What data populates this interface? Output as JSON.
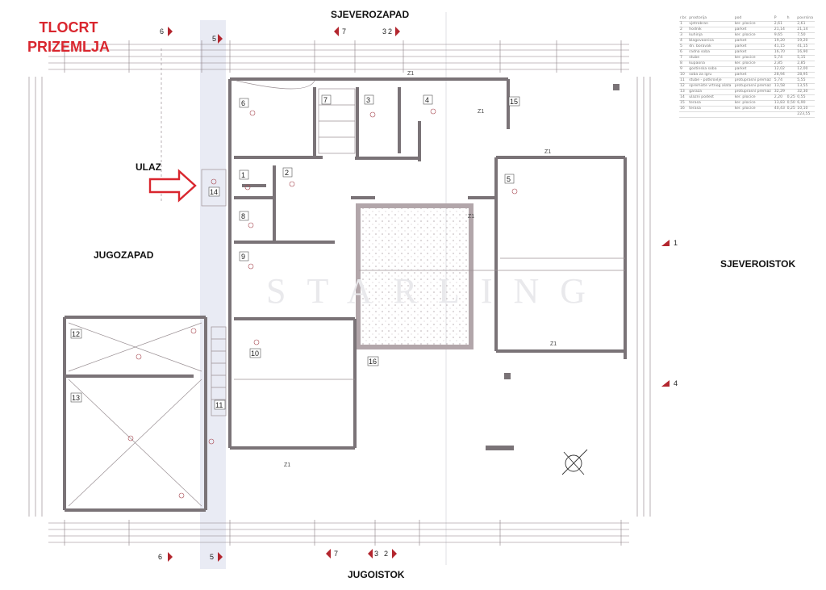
{
  "title": {
    "line1": "TLOCRT",
    "line2": "PRIZEMLJA"
  },
  "directions": {
    "top": "SJEVEROZAPAD",
    "bottom": "JUGOISTOK",
    "left": "JUGOZAPAD",
    "right": "SJEVEROISTOK"
  },
  "entrance_label": "ULAZ",
  "watermark": "STARLING",
  "section_markers": {
    "top": [
      "6",
      "5",
      "7",
      "3",
      "2"
    ],
    "bottom": [
      "6",
      "5",
      "7",
      "3",
      "2"
    ],
    "right": [
      "1",
      "4"
    ]
  },
  "rooms": [
    "1",
    "2",
    "3",
    "4",
    "5",
    "6",
    "7",
    "8",
    "9",
    "10",
    "11",
    "12",
    "13",
    "14",
    "15",
    "16"
  ],
  "slab_label": "Z1",
  "area_table": {
    "headers": [
      "r.br.",
      "prostorija",
      "pod",
      "P",
      "h",
      "povrsina"
    ],
    "rows": [
      [
        "1",
        "vjetrobran",
        "ker. plocice",
        "2,61",
        "",
        "2,61"
      ],
      [
        "2",
        "hodnik",
        "parket",
        "21,14",
        "",
        "21,14"
      ],
      [
        "3",
        "kuhinja",
        "ker. plocice",
        "9,65",
        "",
        "7,50"
      ],
      [
        "4",
        "blagovaonica",
        "parket",
        "19,20",
        "",
        "19,20"
      ],
      [
        "5",
        "dn. boravak",
        "parket",
        "41,15",
        "",
        "41,15"
      ],
      [
        "6",
        "radna soba",
        "parket",
        "16,70",
        "",
        "16,90"
      ],
      [
        "7",
        "stube",
        "ker. plocice",
        "5,74",
        "",
        "5,15"
      ],
      [
        "8",
        "kupaona",
        "ker. plocice",
        "2,85",
        "",
        "2,85"
      ],
      [
        "9",
        "gostinska soba",
        "parket",
        "12,02",
        "",
        "12,00"
      ],
      [
        "10",
        "soba za igru",
        "parket",
        "28,94",
        "",
        "28,95"
      ],
      [
        "11",
        "stube - potkrovlje",
        "protuprasni premaz",
        "5,74",
        "",
        "5,55"
      ],
      [
        "12",
        "spremiste vrtnog alata",
        "protuprasni premaz",
        "13,58",
        "",
        "13,55"
      ],
      [
        "13",
        "garaza",
        "protuprasni premaz",
        "32,29",
        "",
        "32,30"
      ],
      [
        "14",
        "ulazni podest",
        "ker. plocice",
        "2,20",
        "0,25",
        "0,55"
      ],
      [
        "15",
        "terasa",
        "ker. plocice",
        "13,83",
        "0,50",
        "6,90"
      ],
      [
        "16",
        "terasa",
        "ker. plocice",
        "40,43",
        "0,25",
        "10,10"
      ],
      [
        "",
        "",
        "",
        "",
        "",
        "223,55"
      ]
    ]
  },
  "colors": {
    "accent_red": "#d9262e",
    "wall": "#7a7377",
    "dim_line": "#6b6060",
    "hatch": "#c9b9bd"
  }
}
